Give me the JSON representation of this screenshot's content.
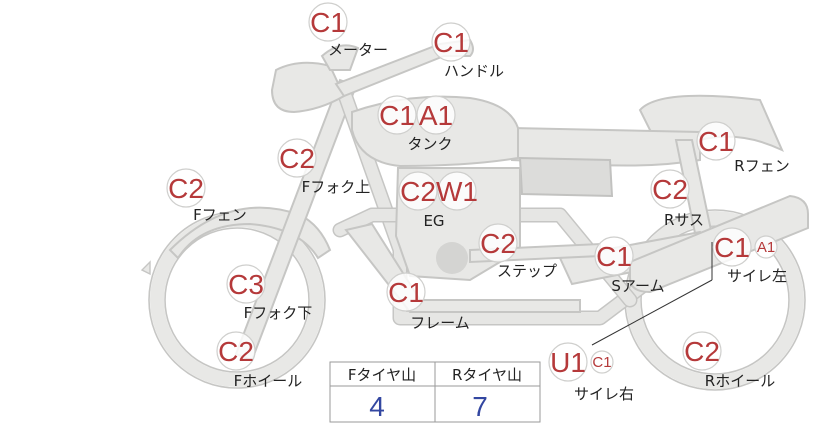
{
  "parts": [
    {
      "key": "meter",
      "label": "メーター",
      "codes": [
        "C1"
      ]
    },
    {
      "key": "handle",
      "label": "ハンドル",
      "codes": [
        "C1"
      ]
    },
    {
      "key": "tank",
      "label": "タンク",
      "codes": [
        "C1",
        "A1"
      ]
    },
    {
      "key": "r_fender",
      "label": "Rフェン",
      "codes": [
        "C1"
      ]
    },
    {
      "key": "f_fork_upper",
      "label": "Fフォク上",
      "codes": [
        "C2"
      ]
    },
    {
      "key": "f_fender",
      "label": "Fフェン",
      "codes": [
        "C2"
      ]
    },
    {
      "key": "engine",
      "label": "EG",
      "codes": [
        "C2",
        "W1"
      ]
    },
    {
      "key": "r_suspension",
      "label": "Rサス",
      "codes": [
        "C2"
      ]
    },
    {
      "key": "step",
      "label": "ステップ",
      "codes": [
        "C2"
      ]
    },
    {
      "key": "swingarm",
      "label": "Sアーム",
      "codes": [
        "C1"
      ]
    },
    {
      "key": "muffler_left",
      "label": "サイレ左",
      "codes": [
        "C1",
        "A1"
      ]
    },
    {
      "key": "f_fork_lower",
      "label": "Fフォク下",
      "codes": [
        "C3"
      ]
    },
    {
      "key": "frame",
      "label": "フレーム",
      "codes": [
        "C1"
      ]
    },
    {
      "key": "muffler_right",
      "label": "サイレ右",
      "codes": [
        "U1",
        "C1"
      ]
    },
    {
      "key": "f_wheel",
      "label": "Fホイール",
      "codes": [
        "C2"
      ]
    },
    {
      "key": "r_wheel",
      "label": "Rホイール",
      "codes": [
        "C2"
      ]
    }
  ],
  "tire_table": {
    "headers": [
      "Fタイヤ山",
      "Rタイヤ山"
    ],
    "values": [
      "4",
      "7"
    ]
  },
  "colors": {
    "grade_code": "#b5393a",
    "table_value": "#3347a1",
    "part_fill": "#e8e8e6",
    "part_outline": "#c6c6c4"
  }
}
